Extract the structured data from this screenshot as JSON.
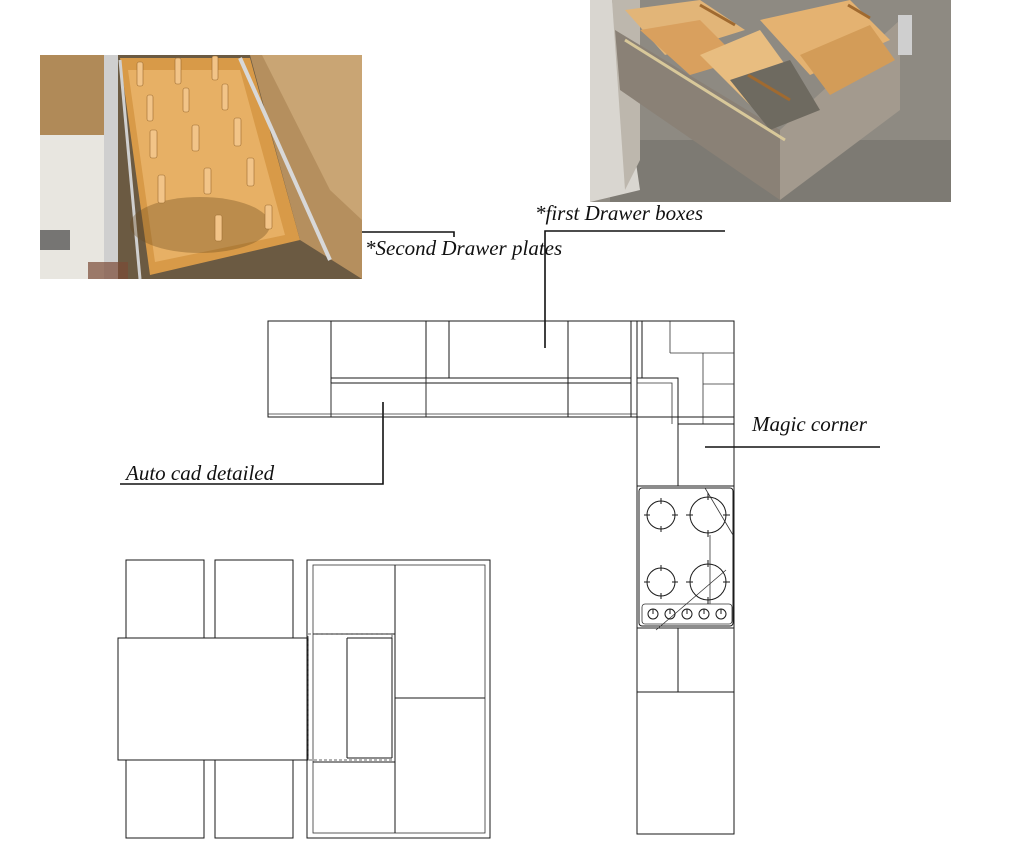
{
  "labels": {
    "second_drawer": "*Second  Drawer plates",
    "first_drawer": "*first Drawer boxes",
    "magic_corner": "Magic corner",
    "autocad": "Auto cad detailed"
  },
  "photos": {
    "pegboard": "pegboard-drawer-photo",
    "drawer_boxes": "drawer-boxes-photo"
  },
  "colors": {
    "line": "#1a1a1a",
    "wood_light": "#e0b070",
    "wood_dark": "#8a6a40",
    "carpet": "#8e8a82"
  }
}
